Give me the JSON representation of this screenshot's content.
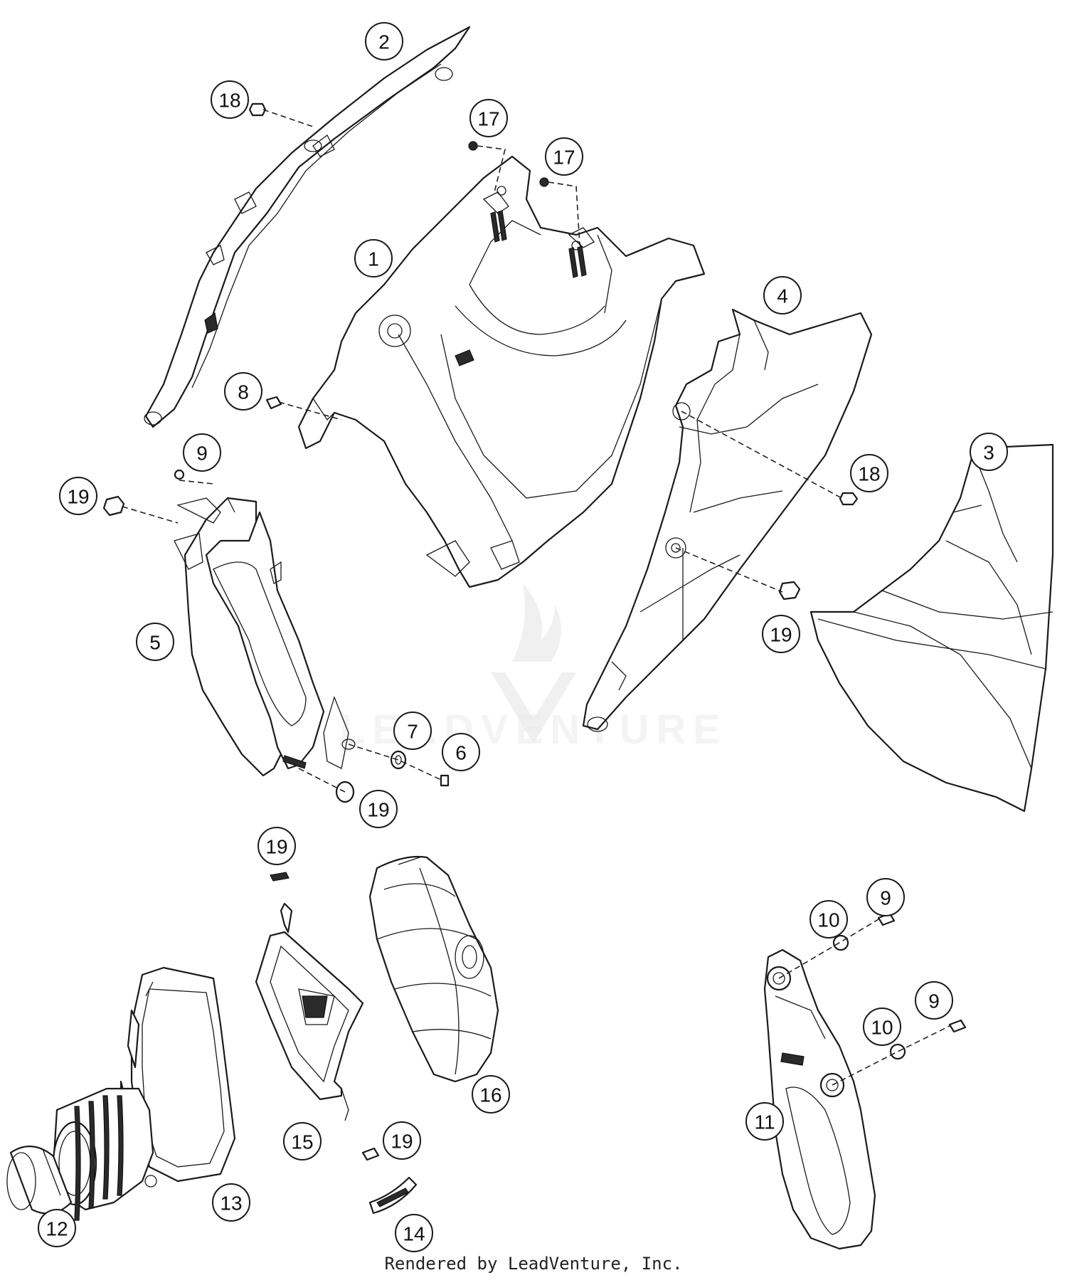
{
  "watermark": {
    "wordmark": "LEADVENTURE",
    "logo_icon": "leadventure-flame-v-logo"
  },
  "footer": {
    "text": "Rendered by LeadVenture, Inc."
  },
  "colors": {
    "line": "#1a1a1a",
    "background": "#ffffff",
    "watermark": "#d8d8d8"
  },
  "callouts": [
    {
      "id": "c1",
      "label": "1"
    },
    {
      "id": "c2",
      "label": "2"
    },
    {
      "id": "c3",
      "label": "3"
    },
    {
      "id": "c4",
      "label": "4"
    },
    {
      "id": "c5",
      "label": "5"
    },
    {
      "id": "c6",
      "label": "6"
    },
    {
      "id": "c7",
      "label": "7"
    },
    {
      "id": "c8",
      "label": "8"
    },
    {
      "id": "c9a",
      "label": "9"
    },
    {
      "id": "c9b",
      "label": "9"
    },
    {
      "id": "c9c",
      "label": "9"
    },
    {
      "id": "c10a",
      "label": "10"
    },
    {
      "id": "c10b",
      "label": "10"
    },
    {
      "id": "c11",
      "label": "11"
    },
    {
      "id": "c12",
      "label": "12"
    },
    {
      "id": "c13",
      "label": "13"
    },
    {
      "id": "c14",
      "label": "14"
    },
    {
      "id": "c15",
      "label": "15"
    },
    {
      "id": "c16",
      "label": "16"
    },
    {
      "id": "c17a",
      "label": "17"
    },
    {
      "id": "c17b",
      "label": "17"
    },
    {
      "id": "c18a",
      "label": "18"
    },
    {
      "id": "c18b",
      "label": "18"
    },
    {
      "id": "c19a",
      "label": "19"
    },
    {
      "id": "c19b",
      "label": "19"
    },
    {
      "id": "c19c",
      "label": "19"
    },
    {
      "id": "c19d",
      "label": "19"
    },
    {
      "id": "c19e",
      "label": "19"
    }
  ]
}
